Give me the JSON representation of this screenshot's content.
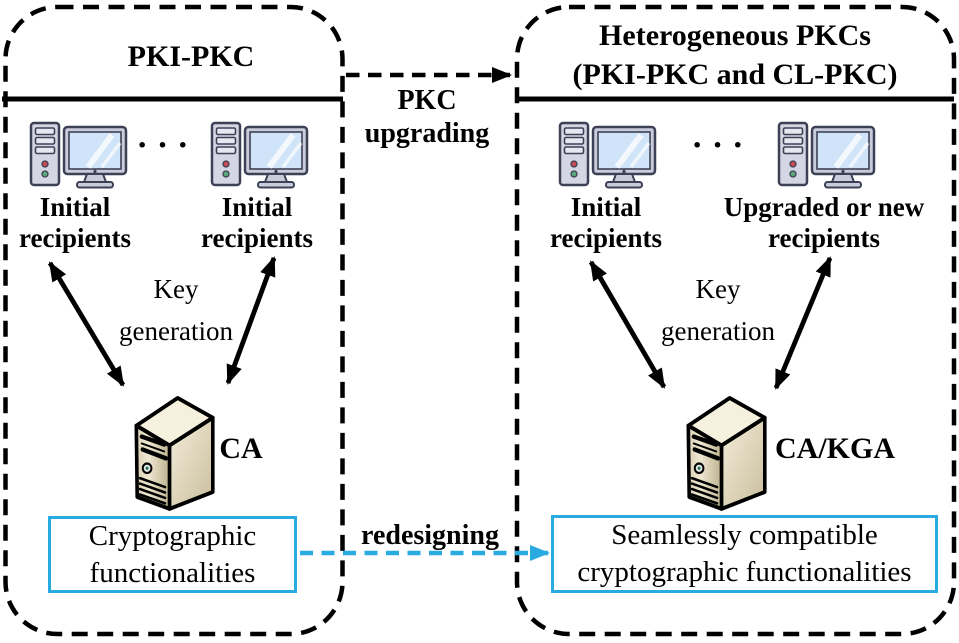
{
  "colors": {
    "accent_cyan": "#29abe2",
    "ink_black": "#000000",
    "server_beige": "#d8cdb0",
    "screen_blue": "#cfe4f8"
  },
  "left_panel": {
    "title": "PKI-PKC",
    "dots": "···",
    "recipient_left_label": "Initial\nrecipients",
    "recipient_right_label": "Initial\nrecipients",
    "key_generation_label": "Key\ngeneration",
    "server_label": "CA",
    "functionality_box_label": "Cryptographic\nfunctionalities"
  },
  "right_panel": {
    "title": "Heterogeneous PKCs\n(PKI-PKC and CL-PKC)",
    "dots": "···",
    "recipient_left_label": "Initial\nrecipients",
    "recipient_right_label": "Upgraded or new\nrecipients",
    "key_generation_label": "Key\ngeneration",
    "server_label": "CA/KGA",
    "functionality_box_label": "Seamlessly compatible\ncryptographic functionalities"
  },
  "transitions": {
    "upgrading_label": "PKC\nupgrading",
    "redesigning_label": "redesigning"
  }
}
